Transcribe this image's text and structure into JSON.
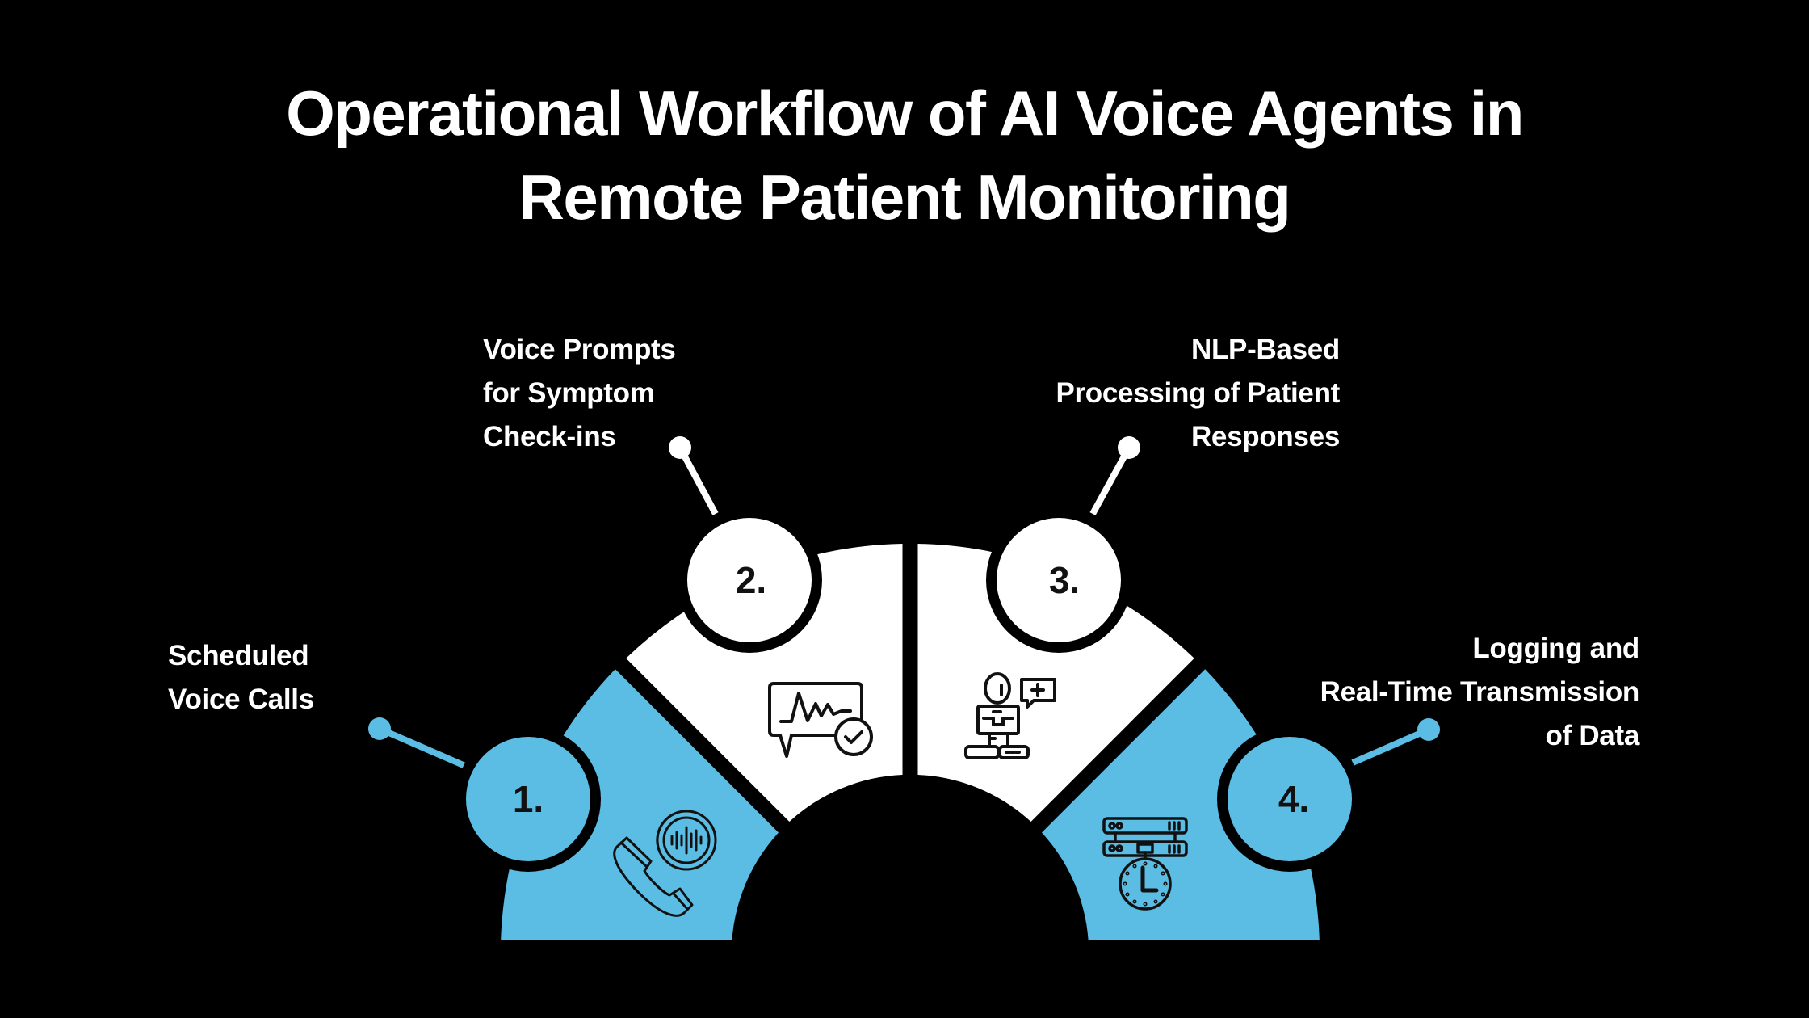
{
  "title": {
    "line1": "Operational Workflow of AI Voice Agents in",
    "line2": "Remote Patient Monitoring"
  },
  "colors": {
    "background": "#000000",
    "accent_blue": "#5BBDE4",
    "segment_white": "#FFFFFF",
    "text": "#FFFFFF",
    "icon_stroke": "#111111"
  },
  "steps": [
    {
      "number": "1.",
      "label_lines": [
        "Scheduled",
        "Voice Calls"
      ],
      "icon": "phone-voice-wave-icon",
      "color": "blue"
    },
    {
      "number": "2.",
      "label_lines": [
        "Voice Prompts",
        "for Symptom",
        "Check-ins"
      ],
      "icon": "chat-heartbeat-check-icon",
      "color": "white"
    },
    {
      "number": "3.",
      "label_lines": [
        "NLP-Based",
        "Processing of Patient",
        "Responses"
      ],
      "icon": "person-speech-medical-icon",
      "color": "white"
    },
    {
      "number": "4.",
      "label_lines": [
        "Logging and",
        "Real-Time Transmission",
        "of Data"
      ],
      "icon": "server-clock-icon",
      "color": "blue"
    }
  ]
}
